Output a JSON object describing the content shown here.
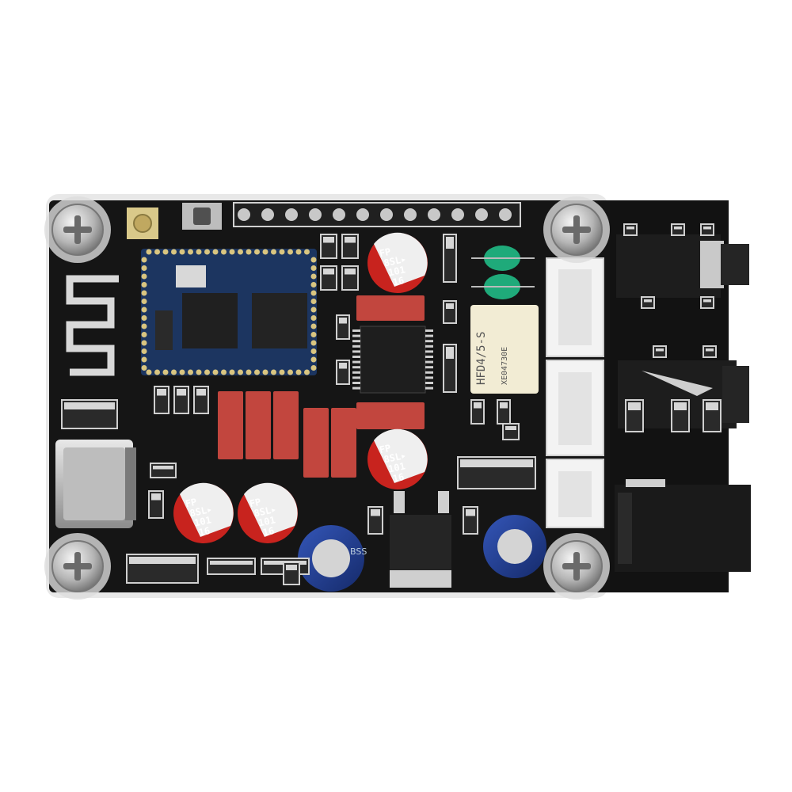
{
  "image": {
    "subject": "bluetooth-audio-receiver-pcb",
    "background_color": "#ffffff",
    "board_color": "#151515",
    "acrylic_color": "#e6e6e6"
  },
  "components": {
    "capacitor_marking": {
      "line1": "FP",
      "line2": "8SL▸",
      "line3": "101",
      "line4": "16"
    },
    "relay_marking": "HFD4/5-S",
    "relay_code": "XE04730E",
    "electrolytic_marking": "BSS"
  },
  "colors": {
    "capacitor_red": "#c8231e",
    "capacitor_body": "#efefef",
    "electrolytic_blue": "#1f3f9a",
    "resistor_red": "#c2463e",
    "module_blue": "#1c3560",
    "connector_white": "#f3f3f3",
    "green_component": "#1faa7a"
  },
  "icons": {
    "screws": "phillips-screw-icon",
    "antenna": "pcb-antenna-icon",
    "usb": "usb-c-port-icon"
  }
}
